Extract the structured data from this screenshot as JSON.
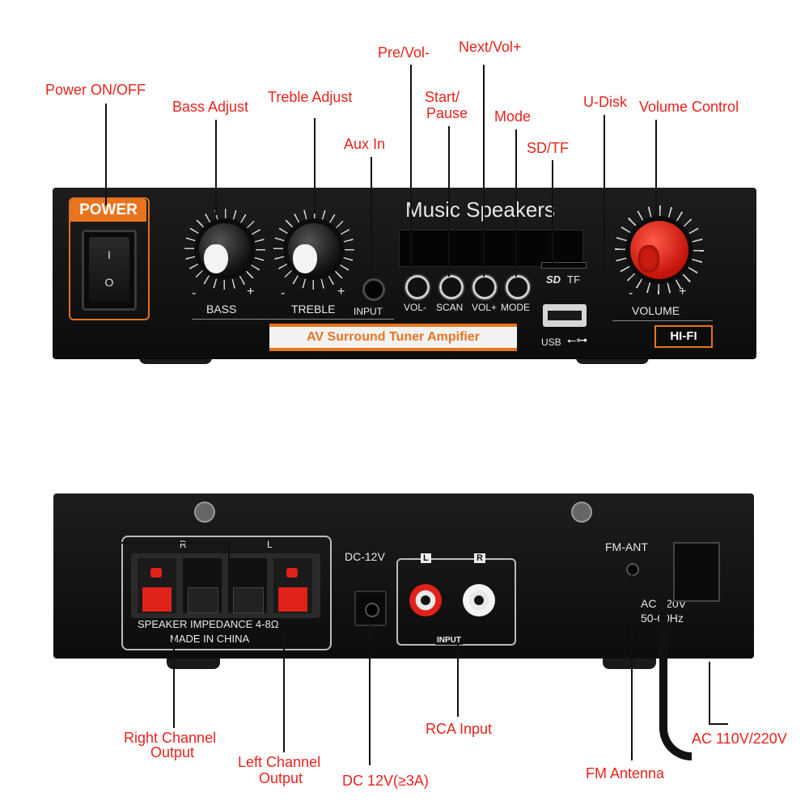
{
  "callouts": {
    "power": "Power ON/OFF",
    "bass": "Bass Adjust",
    "treble": "Treble Adjust",
    "aux": "Aux In",
    "prevol": "Pre/Vol-",
    "start1": "Start/",
    "start2": "Pause",
    "nextvol": "Next/Vol+",
    "mode": "Mode",
    "sdtf": "SD/TF",
    "udisk": "U-Disk",
    "volume": "Volume Control",
    "right1": "Right Channel",
    "right2": "Output",
    "left1": "Left Channel",
    "left2": "Output",
    "dc": "DC 12V(≥3A)",
    "rca": "RCA Input",
    "fm": "FM Antenna",
    "ac": "AC 110V/220V"
  },
  "front": {
    "power_label": "POWER",
    "switch_on": "I",
    "switch_off": "O",
    "bass_label": "BASS",
    "treble_label": "TREBLE",
    "input_label": "INPUT",
    "minus": "-",
    "plus": "+",
    "display_title": "Music Speakers",
    "btn_vol_minus": "VOL-",
    "btn_scan": "SCAN",
    "btn_vol_plus": "VOL+",
    "btn_mode": "MODE",
    "sd": "SD",
    "tf": "TF",
    "usb": "USB",
    "volume_label": "VOLUME",
    "hifi": "HI-FI",
    "banner": "AV Surround Tuner Ampifier"
  },
  "rear": {
    "r": "R",
    "l": "L",
    "impedance": "SPEAKER IMPEDANCE 4-8Ω",
    "made": "MADE IN CHINA",
    "dc": "DC-12V",
    "rca_l": "L",
    "rca_r": "R",
    "input": "INPUT",
    "fm_ant": "FM-ANT",
    "ac1": "AC 220V",
    "ac2": "50-60Hz"
  },
  "colors": {
    "callout": "#e8231d",
    "panel": "#141414",
    "accent": "#f07a1e"
  }
}
